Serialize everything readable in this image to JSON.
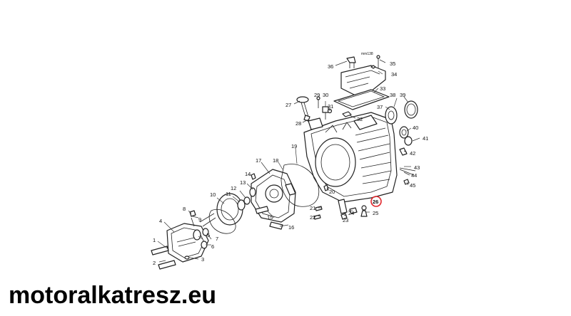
{
  "diagram": {
    "highlight_color": "#e0262b",
    "highlighted_part": "26",
    "ref_label": "mm138",
    "parts": [
      "1",
      "2",
      "3",
      "4",
      "5",
      "6",
      "7",
      "8",
      "9",
      "10",
      "11",
      "12",
      "13",
      "14",
      "15",
      "16",
      "17",
      "18",
      "19",
      "20",
      "21",
      "22",
      "23",
      "24",
      "25",
      "26",
      "27",
      "28",
      "29",
      "30",
      "31",
      "32",
      "33",
      "34",
      "35",
      "36",
      "37",
      "38",
      "39",
      "40",
      "41",
      "42",
      "43",
      "44",
      "45"
    ]
  },
  "watermark": {
    "text": "motoralkatresz.eu"
  }
}
